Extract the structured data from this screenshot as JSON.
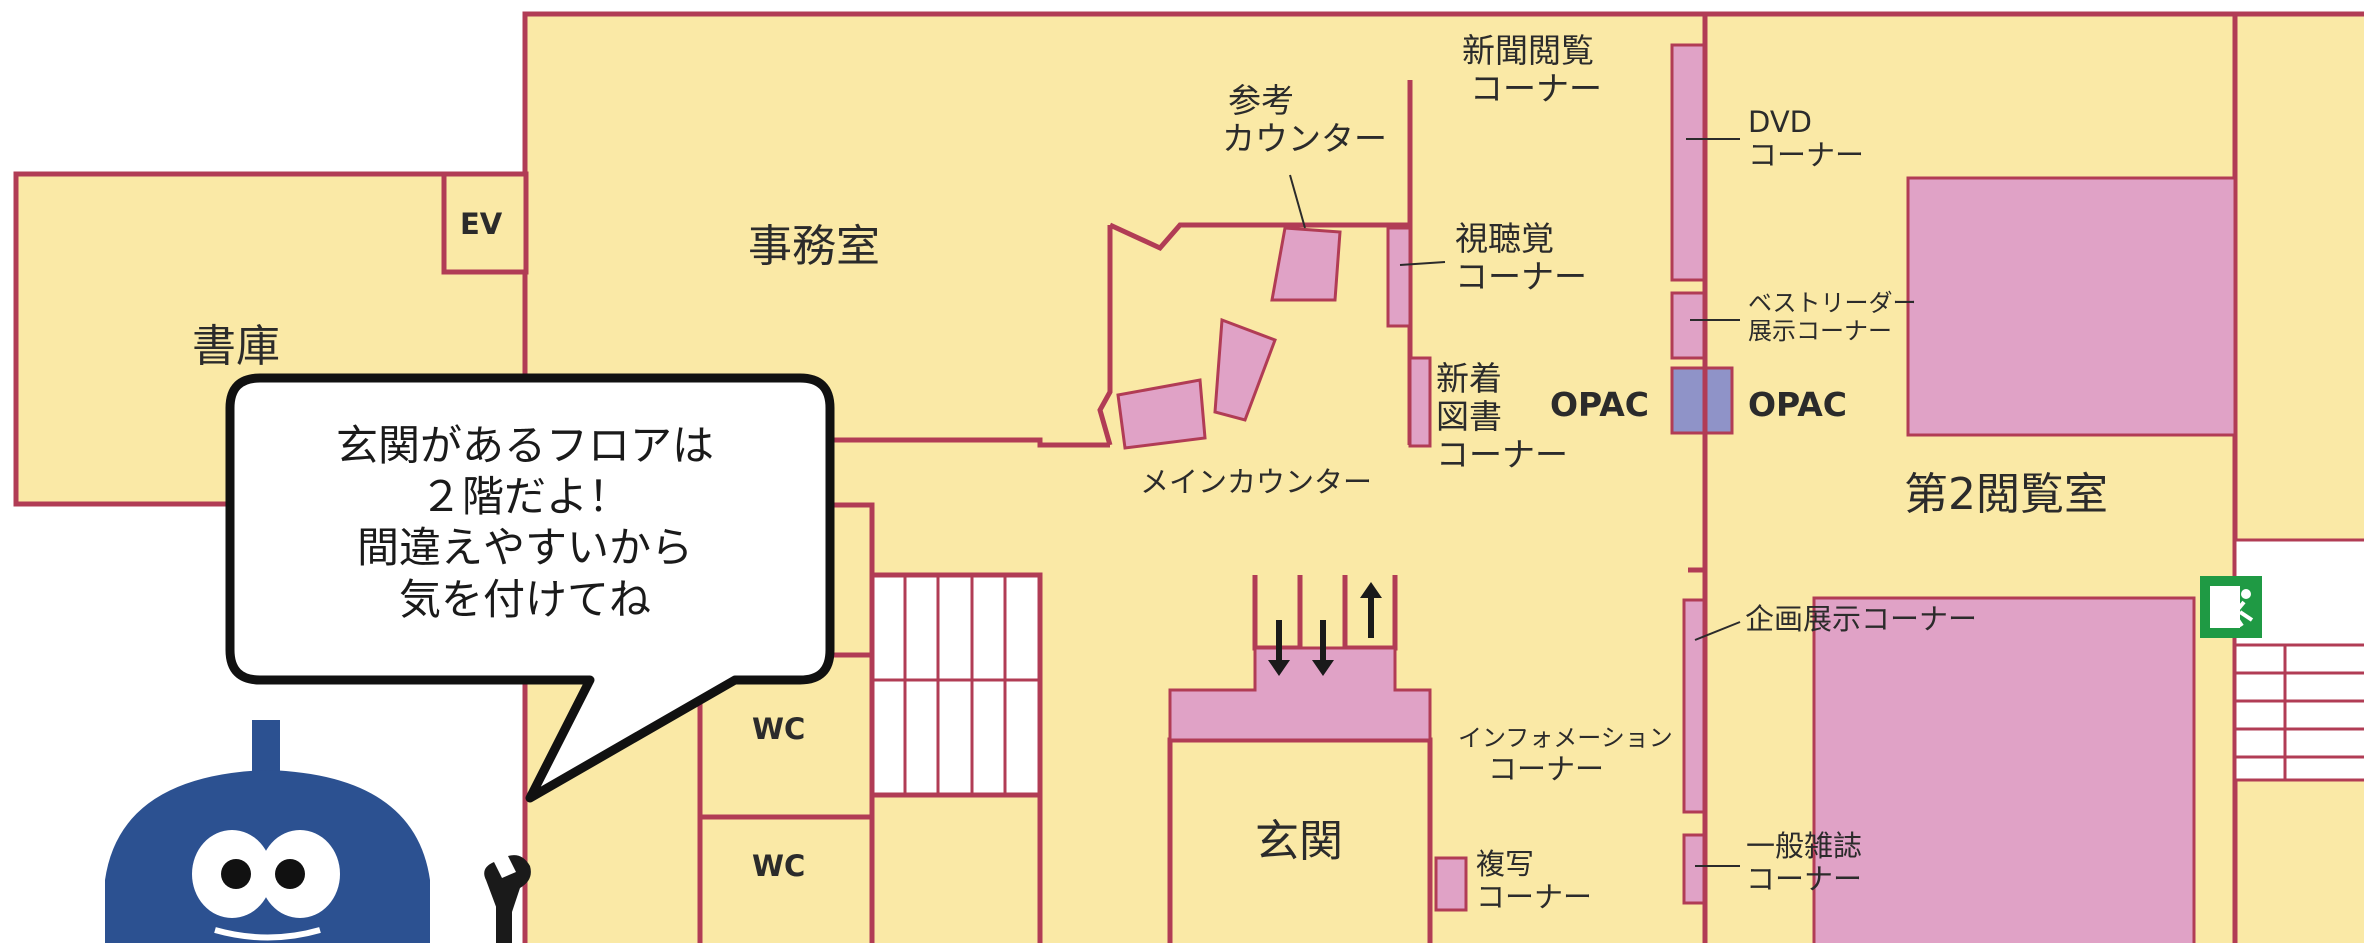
{
  "rooms": {
    "stack_room": "書庫",
    "ev": "EV",
    "office": "事務室",
    "wc_upper": "WC",
    "wc_lower": "WC",
    "entrance": "玄関",
    "second_reading_room": "第2閲覧室"
  },
  "corners": {
    "newspaper": [
      "新聞閲覧",
      "コーナー"
    ],
    "reference_counter": [
      "参考",
      "カウンター"
    ],
    "av": [
      "視聴覚",
      "コーナー"
    ],
    "new_books": [
      "新着",
      "図書",
      "コーナー"
    ],
    "main_counter": "メインカウンター",
    "dvd": [
      "DVD",
      "コーナー"
    ],
    "bestreader": [
      "ベストリーダー",
      "展示コーナー"
    ],
    "opac_left": "OPAC",
    "opac_right": "OPAC",
    "exhibition": "企画展示コーナー",
    "information": [
      "インフォメーション",
      "コーナー"
    ],
    "copy": [
      "複写",
      "コーナー"
    ],
    "magazines": [
      "一般雑誌",
      "コーナー"
    ]
  },
  "bubble": [
    "玄関があるフロアは",
    "２階だよ！",
    "間違えやすいから",
    "気を付けてね"
  ],
  "colors": {
    "floor": "#fae9a6",
    "wall": "#b13c55",
    "furniture": "#e0a2c6",
    "opac": "#8f93c8",
    "mascot": "#2c5191",
    "exit_sign": "#1f9a44"
  },
  "icons": [
    "emergency-exit-icon",
    "wrench-icon",
    "arrow-down-icon",
    "arrow-up-icon"
  ]
}
